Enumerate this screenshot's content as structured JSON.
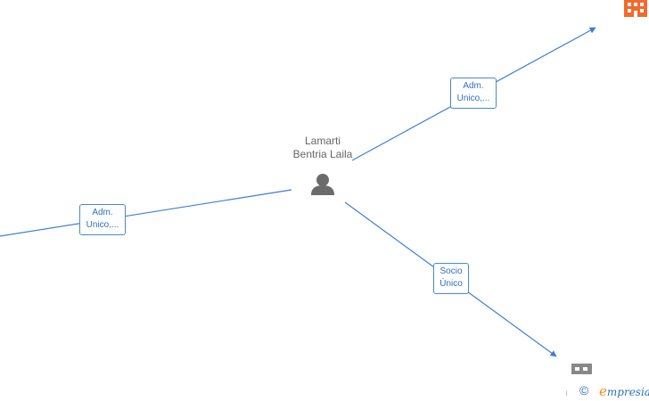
{
  "person": {
    "name_line1": "Lamarti",
    "name_line2": "Bentria Laila",
    "icon": "person-icon"
  },
  "relations": [
    {
      "id": "top",
      "line1": "Adm.",
      "line2": "Unico,...",
      "target_icon": "company-building-icon",
      "target_color": "#f26b2a"
    },
    {
      "id": "left",
      "line1": "Adm.",
      "line2": "Unico,..."
    },
    {
      "id": "right",
      "line1": "Socio",
      "line2": "Único",
      "target_icon": "company-inactive-icon",
      "target_color": "#888888"
    }
  ],
  "colors": {
    "edge": "#3d7fd6",
    "label_text": "#2f6fbf",
    "person_icon": "#6b6b6b",
    "person_label": "#666666",
    "brand_accent": "#f28c1b"
  },
  "footer": {
    "copyright_symbol": "©",
    "brand_initial": "e",
    "brand_rest": "mpresia"
  }
}
